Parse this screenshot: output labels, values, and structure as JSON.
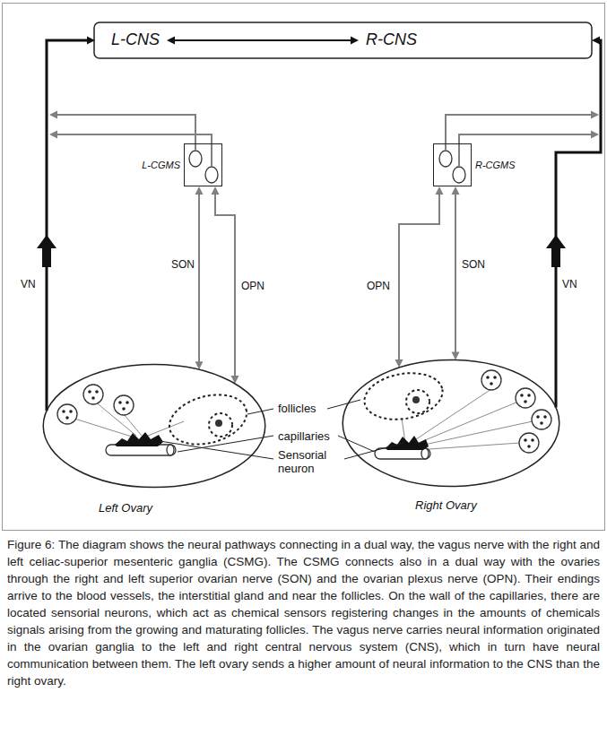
{
  "diagram": {
    "caption": "Figure 6: The diagram shows the neural pathways connecting in a dual way, the vagus nerve with the right and left celiac-superior mesenteric ganglia (CSMG). The CSMG connects also in a dual way with the ovaries through the right and left superior ovarian nerve (SON) and the ovarian plexus nerve (OPN). Their endings arrive to the blood vessels, the interstitial gland and near the follicles. On the wall of the capillaries, there are located sensorial neurons, which act as chemical sensors registering changes in the amounts of chemicals signals arising from the growing and maturating follicles. The vagus nerve carries neural information originated in the ovarian ganglia to the left and right central nervous system (CNS), which in turn have neural communication between them. The left ovary sends a higher amount of neural information to the CNS than the right ovary.",
    "nodes": [
      {
        "text": [
          "L-CNS"
        ]
      },
      {
        "text": [
          "R-CNS"
        ]
      },
      {
        "text": [
          "L-CGMS"
        ]
      },
      {
        "text": [
          "R-CGMS"
        ]
      },
      {
        "text": [
          "Left Ovary"
        ]
      },
      {
        "text": [
          "Right Ovary"
        ]
      }
    ],
    "edges": [
      {
        "from": 0,
        "to": 1,
        "arrow": "both"
      },
      {
        "from": 4,
        "to": 0,
        "arrow": "to",
        "label": "VN"
      },
      {
        "from": 2,
        "to": 4,
        "arrow": "both",
        "label": "SON"
      },
      {
        "from": 2,
        "to": 4,
        "arrow": "both",
        "label": "OPN"
      },
      {
        "from": 3,
        "to": 5,
        "arrow": "both",
        "label": "OPN"
      },
      {
        "from": 3,
        "to": 5,
        "arrow": "both",
        "label": "SON"
      },
      {
        "from": 5,
        "to": 1,
        "arrow": "to",
        "label": "VN"
      }
    ],
    "labels": [
      "follicles",
      "capillaries",
      "Sensorial neuron"
    ]
  }
}
